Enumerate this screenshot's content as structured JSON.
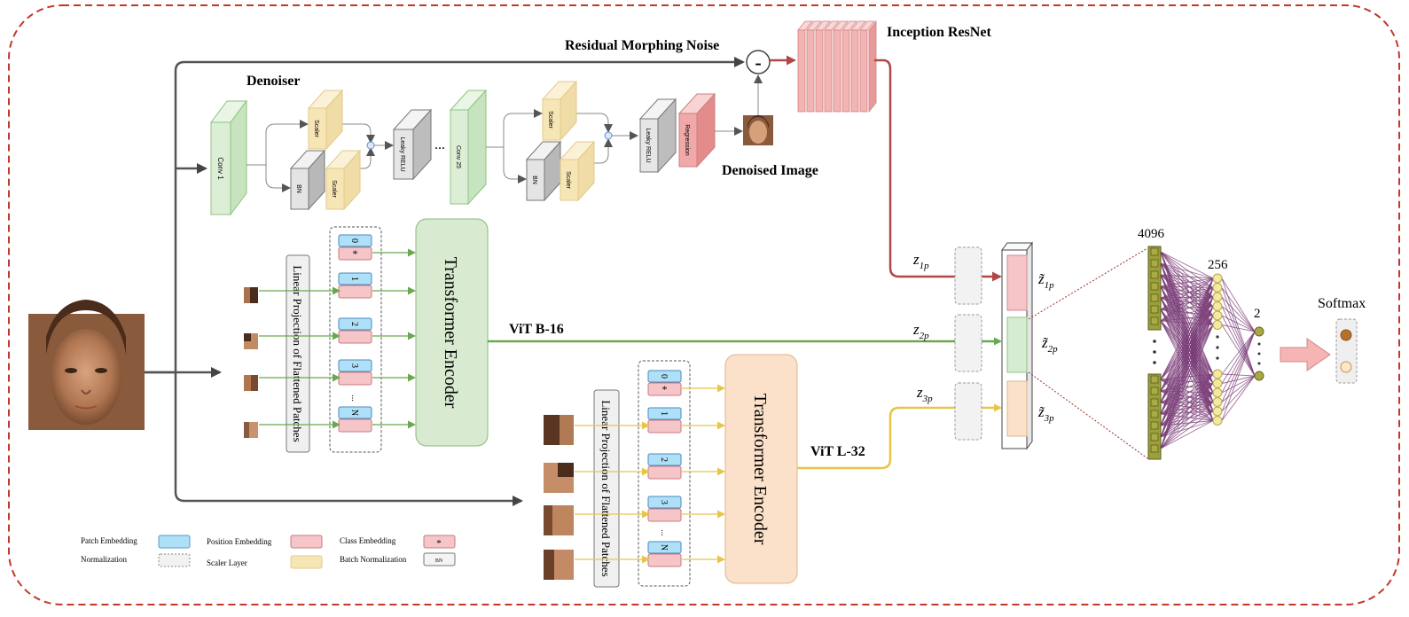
{
  "diagram": {
    "labels": {
      "residual_noise": "Residual Morphing Noise",
      "minus": "-",
      "inception": "Inception ResNet",
      "denoiser": "Denoiser",
      "denoised_image": "Denoised Image",
      "vit_b16": "ViT B-16",
      "vit_l32": "ViT L-32",
      "softmax": "Softmax",
      "fc_4096": "4096",
      "fc_256": "256",
      "fc_2": "2",
      "transformer": "Transformer Encoder",
      "linear_projection": "Linear Projection of Flattened Patches",
      "dots": "...",
      "dots_v": "···"
    },
    "denoiser_blocks": {
      "conv1": "Conv 1",
      "scaler": "Scaler",
      "bn": "BN",
      "leaky_relu": "Leaky RELU",
      "conv25": "Conv 25",
      "regression": "Regression"
    },
    "tokens": {
      "cls_pos": "0",
      "cls_mark": "*",
      "t1": "1",
      "t2": "2",
      "t3": "3",
      "tn": "N"
    },
    "features": {
      "z1": "z",
      "z1_sub": "1p",
      "z2": "z",
      "z2_sub": "2p",
      "z3": "z",
      "z3_sub": "3p",
      "zt1": "z̃",
      "zt1_sub": "1p",
      "zt2": "z̃",
      "zt2_sub": "2p",
      "zt3": "z̃",
      "zt3_sub": "3p"
    },
    "legend": {
      "patch_embedding": "Patch Embedding",
      "position_embedding": "Position Embedding",
      "class_embedding": "Class Embedding",
      "class_mark": "*",
      "normalization": "Normalization",
      "scaler_layer": "Scaler Layer",
      "batch_normalization": "Batch Normalization",
      "bn_mark": "BN"
    },
    "colors": {
      "border_dashed": "#c0392b",
      "patch_blue": "#aee0f7",
      "position_pink": "#f5c5c8",
      "scaler_yellow": "#f7e6b5",
      "conv_green": "#d6ecd2",
      "regression_red": "#f0a8a8",
      "vit_b_green": "#5a9e3a",
      "vit_l_yellow": "#f0c83c",
      "inception_red": "#b04040",
      "fc_node_olive": "#9ca03a",
      "fc_node_yellow": "#f4e9a0",
      "fc_edge_purple": "#7a3d78"
    }
  }
}
